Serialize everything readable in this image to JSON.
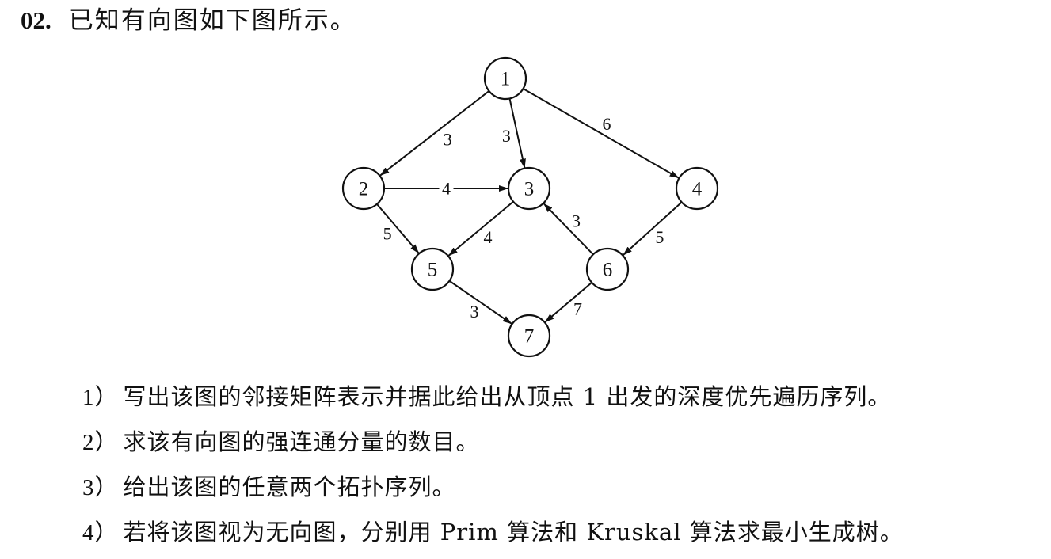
{
  "problem": {
    "number": "02.",
    "stem": "已知有向图如下图所示。"
  },
  "graph": {
    "directed": true,
    "nodes": [
      {
        "id": "1",
        "label": "1"
      },
      {
        "id": "2",
        "label": "2"
      },
      {
        "id": "3",
        "label": "3"
      },
      {
        "id": "4",
        "label": "4"
      },
      {
        "id": "5",
        "label": "5"
      },
      {
        "id": "6",
        "label": "6"
      },
      {
        "id": "7",
        "label": "7"
      }
    ],
    "edges": [
      {
        "from": "1",
        "to": "2",
        "weight": "3"
      },
      {
        "from": "1",
        "to": "3",
        "weight": "3"
      },
      {
        "from": "1",
        "to": "4",
        "weight": "6"
      },
      {
        "from": "2",
        "to": "3",
        "weight": "4"
      },
      {
        "from": "2",
        "to": "5",
        "weight": "5"
      },
      {
        "from": "3",
        "to": "5",
        "weight": "4"
      },
      {
        "from": "4",
        "to": "6",
        "weight": "5"
      },
      {
        "from": "6",
        "to": "3",
        "weight": "3"
      },
      {
        "from": "5",
        "to": "7",
        "weight": "3"
      },
      {
        "from": "6",
        "to": "7",
        "weight": "7"
      }
    ]
  },
  "subquestions": [
    {
      "num": "1）",
      "text": "写出该图的邻接矩阵表示并据此给出从顶点 1 出发的深度优先遍历序列。"
    },
    {
      "num": "2）",
      "text": "求该有向图的强连通分量的数目。"
    },
    {
      "num": "3）",
      "text": "给出该图的任意两个拓扑序列。"
    },
    {
      "num": "4）",
      "text": "若将该图视为无向图，分别用 Prim 算法和 Kruskal 算法求最小生成树。"
    }
  ]
}
